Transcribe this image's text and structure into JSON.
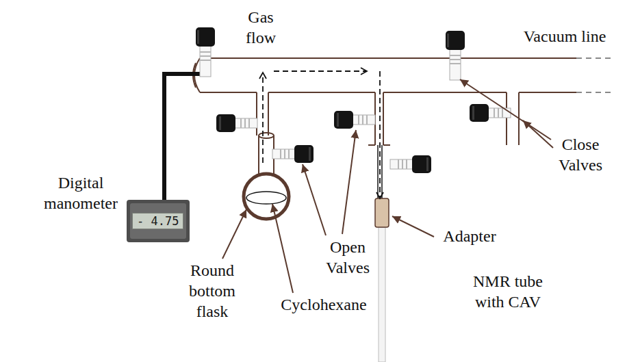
{
  "diagram": {
    "nodes": [
      {
        "text": [
          "- 4.75"
        ]
      }
    ],
    "labels": [
      "Gas flow",
      "Vacuum line",
      "Close Valves",
      "Digital manometer",
      "Open Valves",
      "Adapter",
      "Round bottom flask",
      "Cyclohexane",
      "NMR tube with CAV"
    ]
  }
}
